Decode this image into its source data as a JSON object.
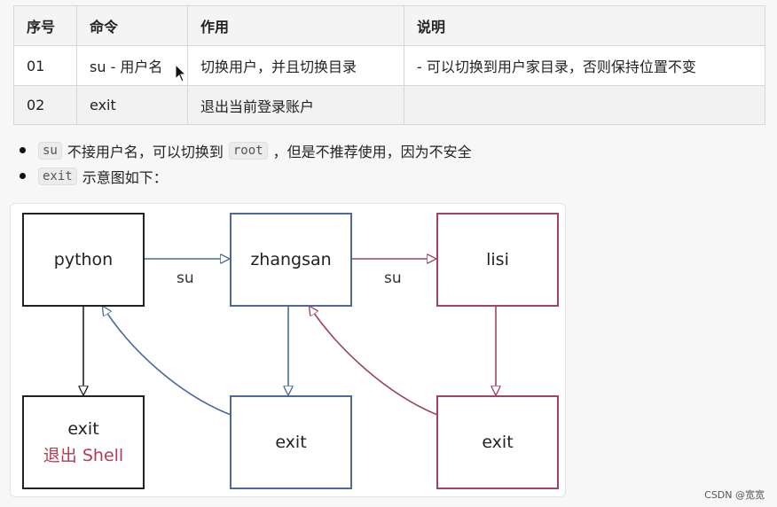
{
  "table": {
    "headers": [
      "序号",
      "命令",
      "作用",
      "说明"
    ],
    "rows": [
      [
        "01",
        "su - 用户名",
        "切换用户，并且切换目录",
        "- 可以切换到用户家目录，否则保持位置不变"
      ],
      [
        "02",
        "exit",
        "退出当前登录账户",
        ""
      ]
    ]
  },
  "bullets": [
    {
      "code": "su",
      "text": "不接用户名，可以切换到",
      "code2": "root",
      "text2": "，但是不推荐使用，因为不安全"
    },
    {
      "code": "exit",
      "text": "示意图如下："
    }
  ],
  "diagram": {
    "nodes": {
      "python": "python",
      "zhangsan": "zhangsan",
      "lisi": "lisi",
      "exit_left": "exit",
      "exit_left_sub": "退出 Shell",
      "exit_mid": "exit",
      "exit_right": "exit"
    },
    "edge_labels": {
      "su1": "su",
      "su2": "su"
    },
    "colors": {
      "black": "#222222",
      "blue": "#4a6a9a",
      "red": "#a0435e"
    }
  },
  "watermark": "CSDN @宽宽"
}
